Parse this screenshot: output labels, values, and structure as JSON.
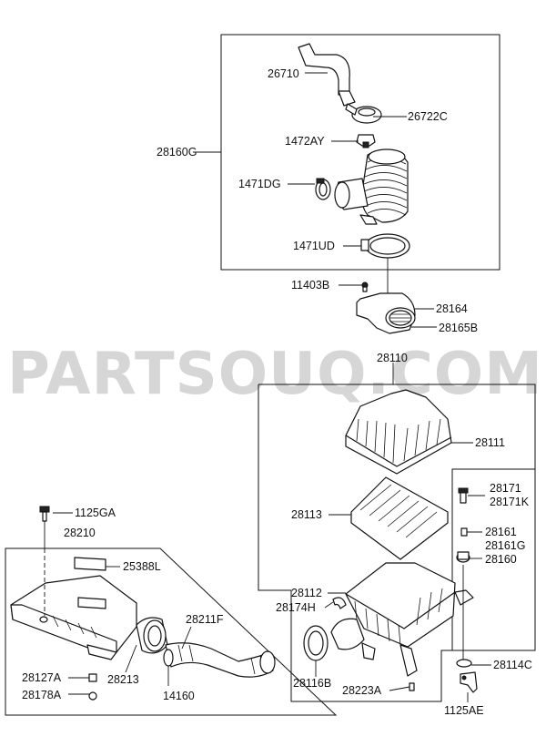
{
  "watermark": "PARTSOUQ.COM",
  "labels": {
    "p26710": "26710",
    "p26722C": "26722C",
    "p28160G": "28160G",
    "p1472AY": "1472AY",
    "p1471DG": "1471DG",
    "p1471UD": "1471UD",
    "p11403B": "11403B",
    "p28164": "28164",
    "p28165B": "28165B",
    "p28110": "28110",
    "p28111": "28111",
    "p28171": "28171",
    "p28171K": "28171K",
    "p28113": "28113",
    "p28161": "28161",
    "p28161G": "28161G",
    "p28160": "28160",
    "p28112": "28112",
    "p28174H": "28174H",
    "p28114C": "28114C",
    "p28116B": "28116B",
    "p28223A": "28223A",
    "p1125AE": "1125AE",
    "p1125GA": "1125GA",
    "p28210": "28210",
    "p25388L": "25388L",
    "p28211F": "28211F",
    "p28127A": "28127A",
    "p28213": "28213",
    "p28178A": "28178A",
    "p14160": "14160"
  }
}
